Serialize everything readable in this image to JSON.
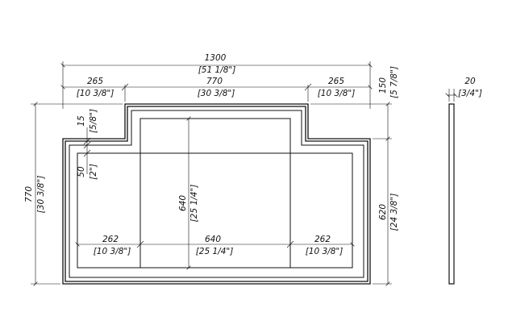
{
  "drawing": {
    "overall_width": {
      "mm": "1300",
      "in": "[51 1/8\"]"
    },
    "left_wing_width": {
      "mm": "265",
      "in": "[10 3/8\"]"
    },
    "center_width": {
      "mm": "770",
      "in": "[30 3/8\"]"
    },
    "right_wing_width": {
      "mm": "265",
      "in": "[10 3/8\"]"
    },
    "step_height": {
      "mm": "150",
      "in": "[5 7/8\"]"
    },
    "thickness": {
      "mm": "20",
      "in": "[3/4\"]"
    },
    "overall_height": {
      "mm": "770",
      "in": "[30 3/8\"]"
    },
    "wing_height": {
      "mm": "620",
      "in": "[24 3/8\"]"
    },
    "border_gap": {
      "mm": "15",
      "in": "[5/8\"]"
    },
    "inner_offset": {
      "mm": "50",
      "in": "[2\"]"
    },
    "center_panel_height": {
      "mm": "640",
      "in": "[25 1/4\"]"
    },
    "left_panel_width": {
      "mm": "262",
      "in": "[10 3/8\"]"
    },
    "center_panel_width": {
      "mm": "640",
      "in": "[25 1/4\"]"
    },
    "right_panel_width": {
      "mm": "262",
      "in": "[10 3/8\"]"
    }
  }
}
